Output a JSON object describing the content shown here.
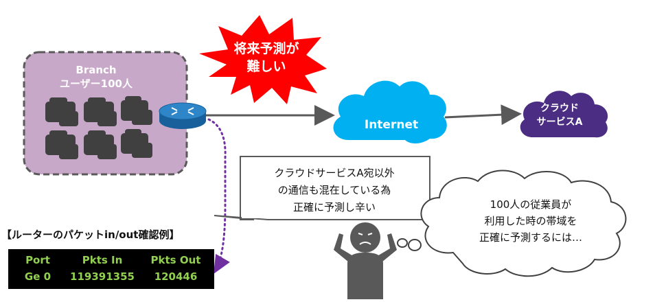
{
  "branch": {
    "line1": "Branch",
    "line2": "ユーザー100人"
  },
  "burst": {
    "line1": "将来予測が",
    "line2": "難しい"
  },
  "internet": {
    "label": "Internet"
  },
  "cloud_a": {
    "line1": "クラウド",
    "line2": "サービスA"
  },
  "callout": {
    "line1": "クラウドサービスA宛以外",
    "line2": "の通信も混在している為",
    "line3": "正確に予測し辛い"
  },
  "thought": {
    "line1": "100人の従業員が",
    "line2": "利用した時の帯域を",
    "line3": "正確に予測するには…"
  },
  "table": {
    "title": "【ルーターのパケットin/out確認例】",
    "headers": [
      "Port",
      "Pkts In",
      "Pkts Out"
    ],
    "rows": [
      [
        "Ge 0",
        "119391355",
        "120446"
      ]
    ]
  },
  "colors": {
    "branch_fill": "#c8a8c8",
    "branch_border": "#595959",
    "burst": "#ff0000",
    "internet_cloud": "#00b0f0",
    "cloud_a": "#4b2e83",
    "router": "#1f77b4",
    "dotted_arrow": "#7030a0",
    "terminal_text": "#92d050"
  }
}
